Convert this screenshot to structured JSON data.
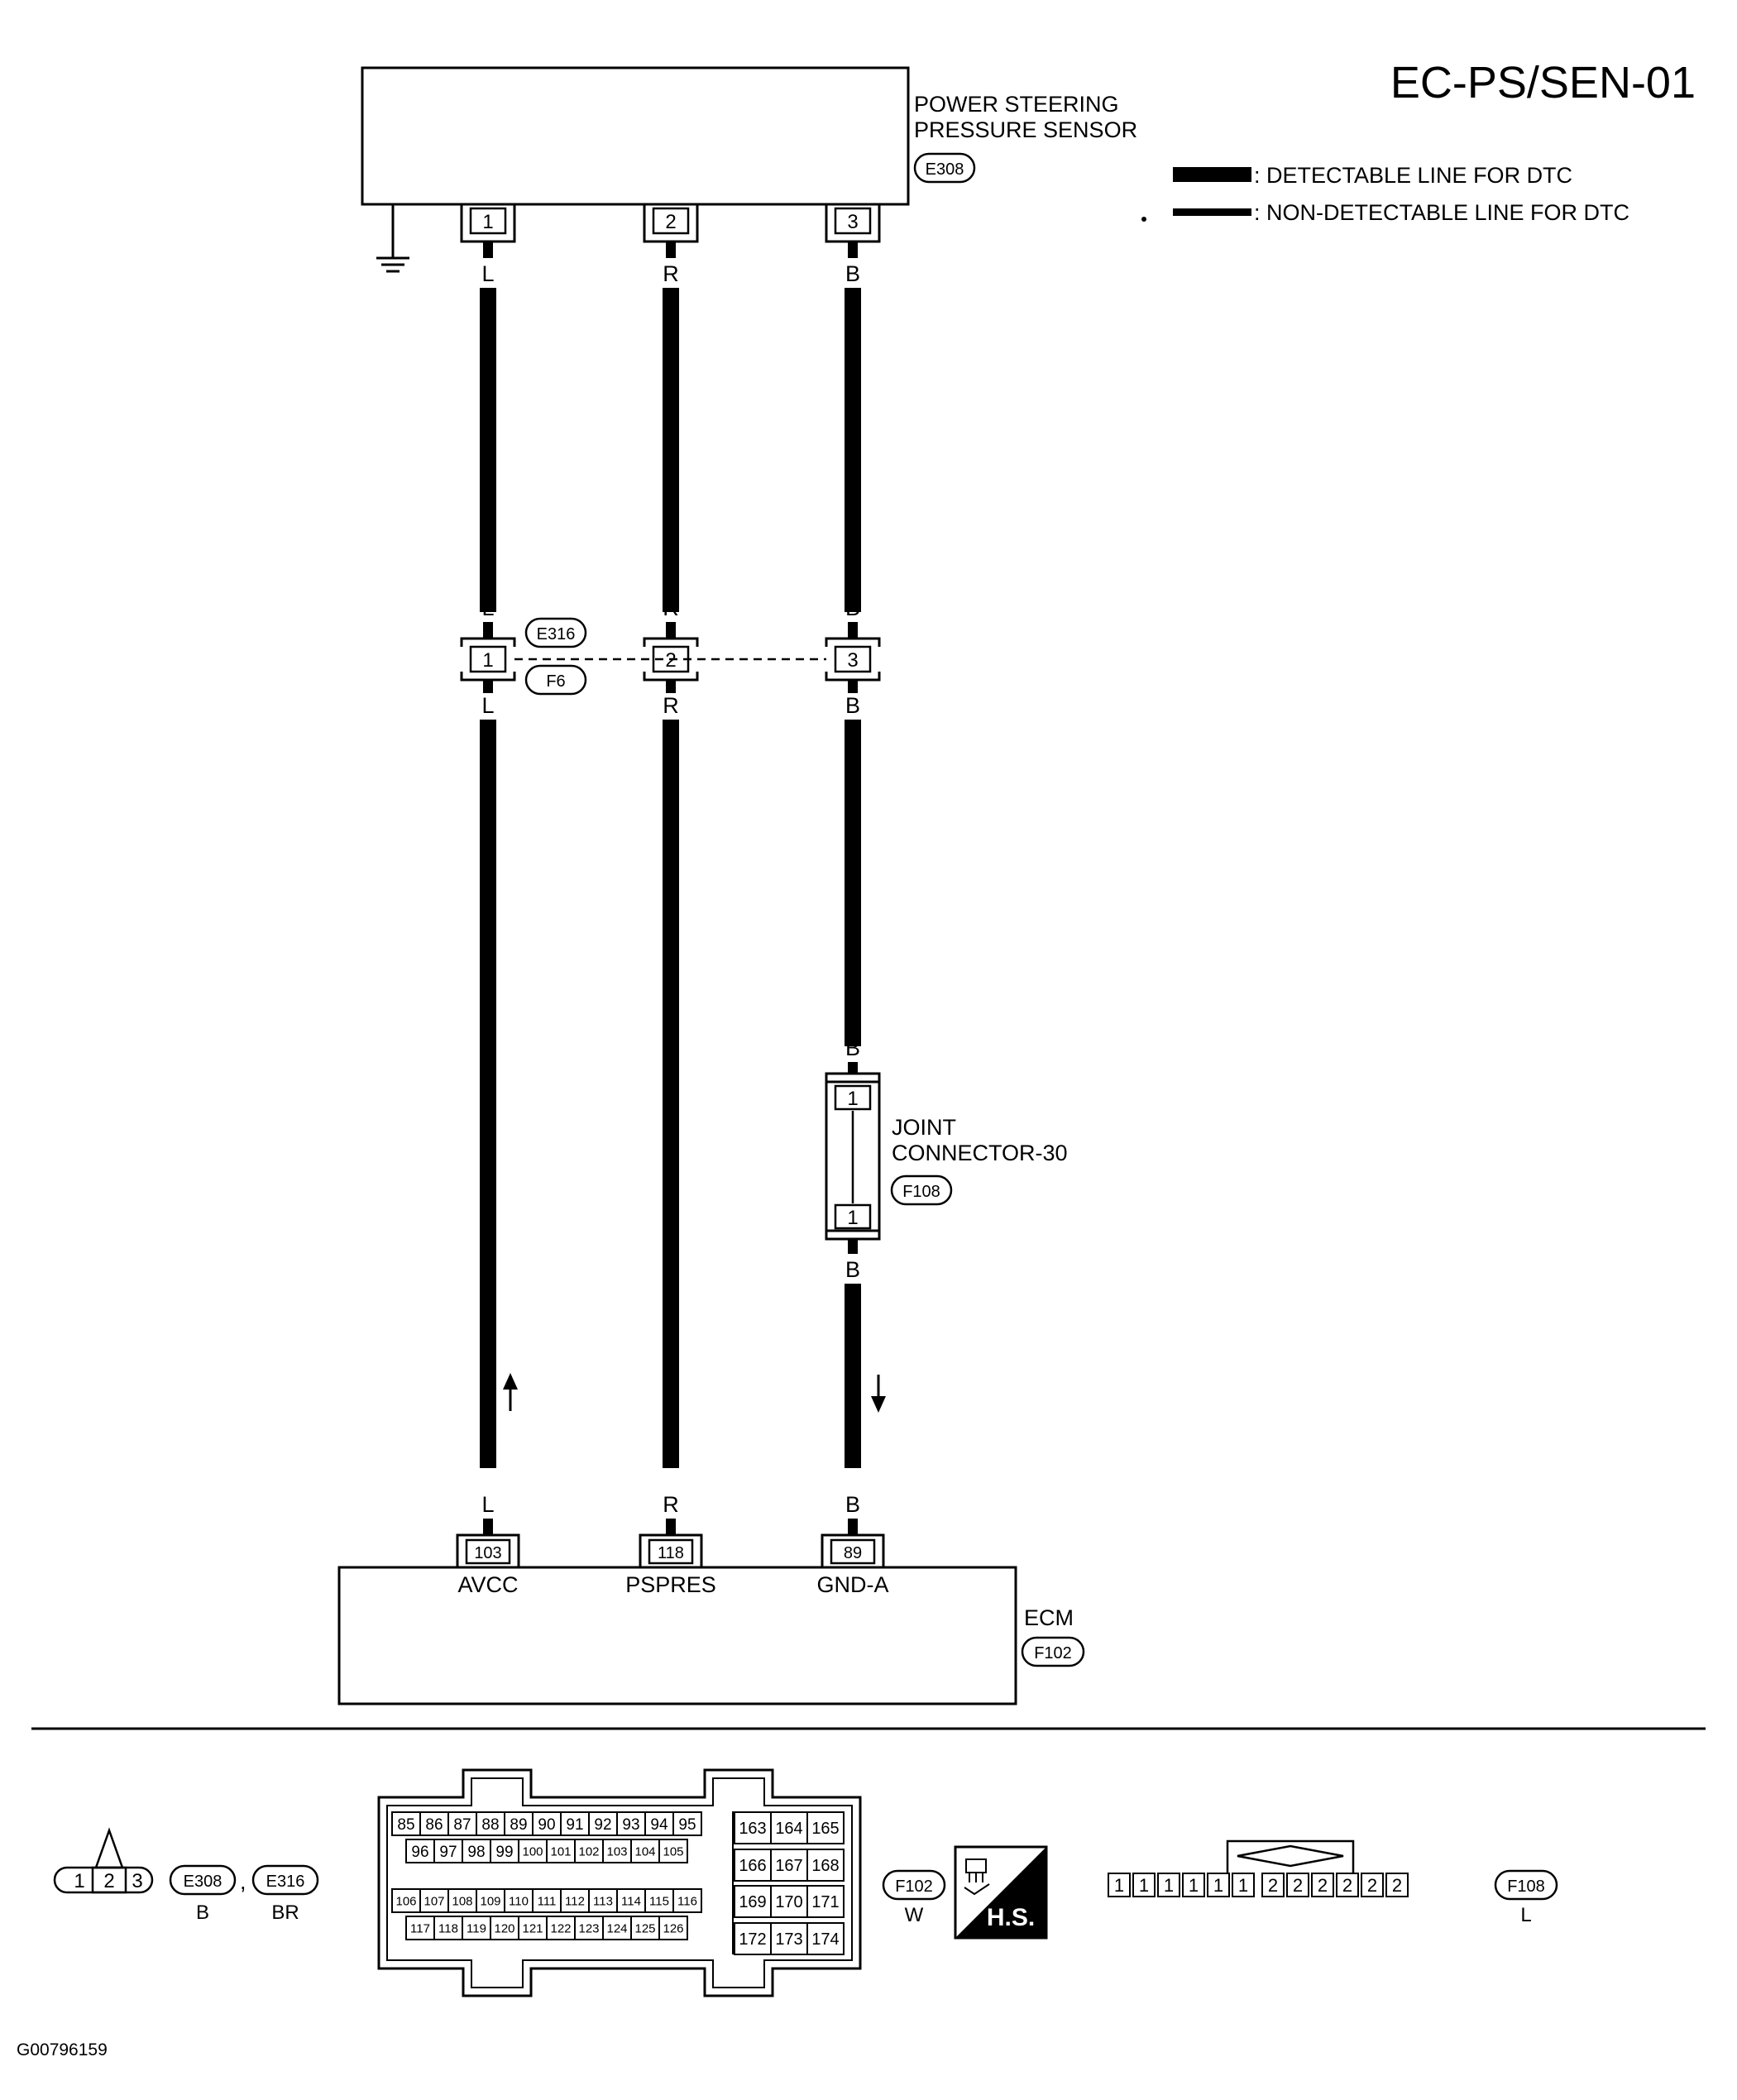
{
  "diagram_code": "EC-PS/SEN-01",
  "image_id": "G00796159",
  "legend": {
    "detectable": ": DETECTABLE LINE FOR DTC",
    "non_detectable": ": NON-DETECTABLE LINE FOR DTC"
  },
  "sensor": {
    "name_line1": "POWER STEERING",
    "name_line2": "PRESSURE SENSOR",
    "connector": "E308",
    "pins": [
      "1",
      "2",
      "3"
    ]
  },
  "wires": {
    "w1": {
      "color": "L",
      "ecm_pin": "103",
      "ecm_signal": "AVCC"
    },
    "w2": {
      "color": "R",
      "ecm_pin": "118",
      "ecm_signal": "PSPRES"
    },
    "w3": {
      "color": "B",
      "ecm_pin": "89",
      "ecm_signal": "GND-A"
    }
  },
  "inline_connector": {
    "top_id": "E316",
    "bottom_id": "F6",
    "pins": [
      "1",
      "2",
      "3"
    ]
  },
  "joint_connector": {
    "name_line1": "JOINT",
    "name_line2": "CONNECTOR-30",
    "id": "F108",
    "pin_top": "1",
    "pin_bottom": "1"
  },
  "ecm": {
    "name": "ECM",
    "id": "F102"
  },
  "connector_views": {
    "e308_pins": [
      "1",
      "2",
      "3"
    ],
    "e308_id": "E308",
    "e308_color": "B",
    "separator": ",",
    "e316_id": "E316",
    "e316_color": "BR",
    "f102_id": "F102",
    "f102_color": "W",
    "hs_badge": "H.S.",
    "f102_row1": [
      "85",
      "86",
      "87",
      "88",
      "89",
      "90",
      "91",
      "92",
      "93",
      "94",
      "95"
    ],
    "f102_row2": [
      "96",
      "97",
      "98",
      "99",
      "100",
      "101",
      "102",
      "103",
      "104",
      "105"
    ],
    "f102_row3": [
      "106",
      "107",
      "108",
      "109",
      "110",
      "111",
      "112",
      "113",
      "114",
      "115",
      "116"
    ],
    "f102_row4": [
      "117",
      "118",
      "119",
      "120",
      "121",
      "122",
      "123",
      "124",
      "125",
      "126"
    ],
    "f102_side_row1": [
      "163",
      "164",
      "165"
    ],
    "f102_side_row2": [
      "166",
      "167",
      "168"
    ],
    "f102_side_row3": [
      "169",
      "170",
      "171"
    ],
    "f102_side_row4": [
      "172",
      "173",
      "174"
    ],
    "f108_pins": [
      "1",
      "1",
      "1",
      "1",
      "1",
      "1",
      "2",
      "2",
      "2",
      "2",
      "2",
      "2"
    ],
    "f108_id": "F108",
    "f108_color": "L"
  }
}
